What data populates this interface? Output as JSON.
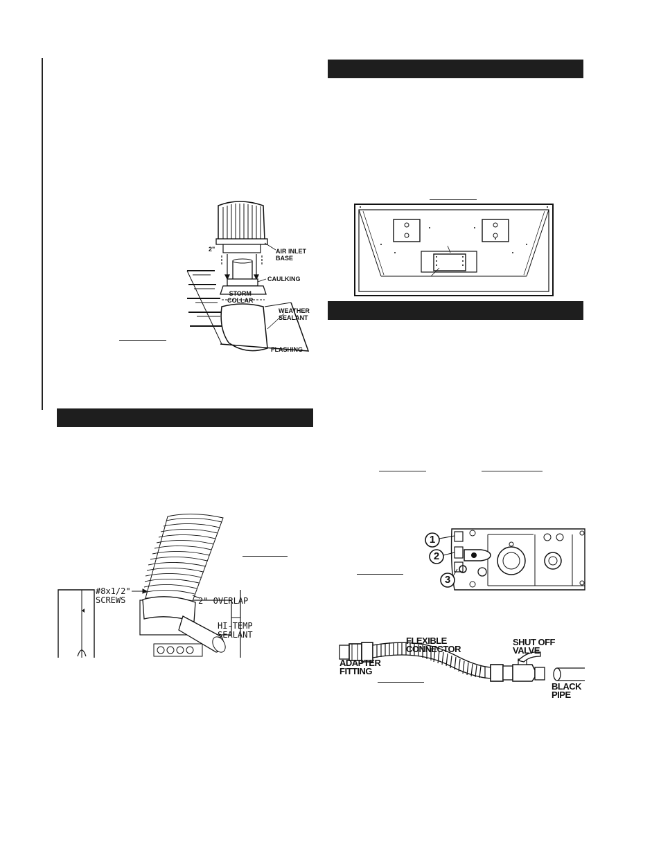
{
  "fig_termination": {
    "labels": {
      "dim_2in": "2\"",
      "air_inlet": "AIR INLET\nBASE",
      "caulking": "CAULKING",
      "storm_collar": "STORM\nCOLLAR",
      "weather_sealant": "WEATHER\nSEALANT",
      "flashing": "FLASHING"
    }
  },
  "fig_pipe": {
    "labels": {
      "screws": "#8x1/2\"\nSCREWS",
      "overlap": "2\" OVERLAP",
      "sealant": "HI-TEMP\nSEALANT"
    }
  },
  "fig_valve": {
    "callouts": [
      "1",
      "2",
      "3"
    ]
  },
  "fig_gas": {
    "labels": {
      "adapter": "ADAPTER\nFITTING",
      "flex": "FLEXIBLE\nCONNECTOR",
      "shutoff": "SHUT OFF\nVALVE",
      "black_pipe": "BLACK\nPIPE"
    }
  }
}
